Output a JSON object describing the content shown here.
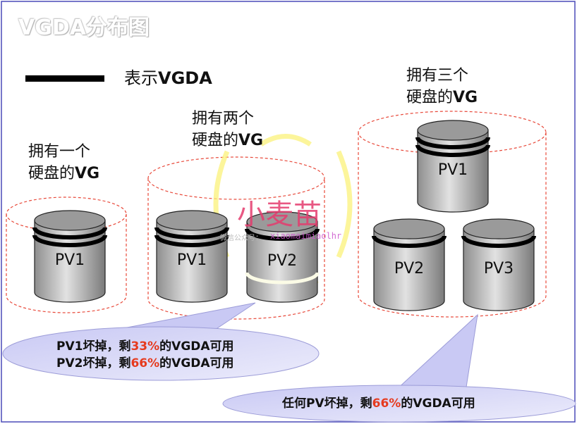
{
  "title": "VGDA分布图",
  "legend": {
    "prefix": "表示",
    "bold": "VGDA"
  },
  "groups": [
    {
      "line1": "拥有一个",
      "line2": "硬盘的",
      "line2_bold": "VG"
    },
    {
      "line1": "拥有两个",
      "line2": "硬盘的",
      "line2_bold": "VG"
    },
    {
      "line1": "拥有三个",
      "line2": "硬盘的",
      "line2_bold": "VG"
    }
  ],
  "disks": [
    {
      "label": "PV1",
      "vgda_stripes": 2,
      "white_stripes": 0
    },
    {
      "label": "PV1",
      "vgda_stripes": 2,
      "white_stripes": 0
    },
    {
      "label": "PV2",
      "vgda_stripes": 1,
      "white_stripes": 1
    },
    {
      "label": "PV1",
      "vgda_stripes": 2,
      "white_stripes": 0
    },
    {
      "label": "PV2",
      "vgda_stripes": 1,
      "white_stripes": 0
    },
    {
      "label": "PV3",
      "vgda_stripes": 1,
      "white_stripes": 0
    }
  ],
  "callouts": {
    "left": [
      {
        "pre": "PV1坏掉，剩",
        "pct": "33%",
        "post": "的VGDA可用"
      },
      {
        "pre": "PV2坏掉，剩",
        "pct": "66%",
        "post": "的VGDA可用"
      }
    ],
    "right": {
      "pre": "任何PV坏掉，剩",
      "pct": "66%",
      "post": "的VGDA可用"
    }
  },
  "watermark": {
    "main": "小麦苗",
    "wechat": "微信公众号：",
    "account": "xiaomaimiaolhr"
  },
  "colors": {
    "highlight": "#e63a1e",
    "dashed": "#e8493a",
    "bubble": "#c9c9f4"
  }
}
